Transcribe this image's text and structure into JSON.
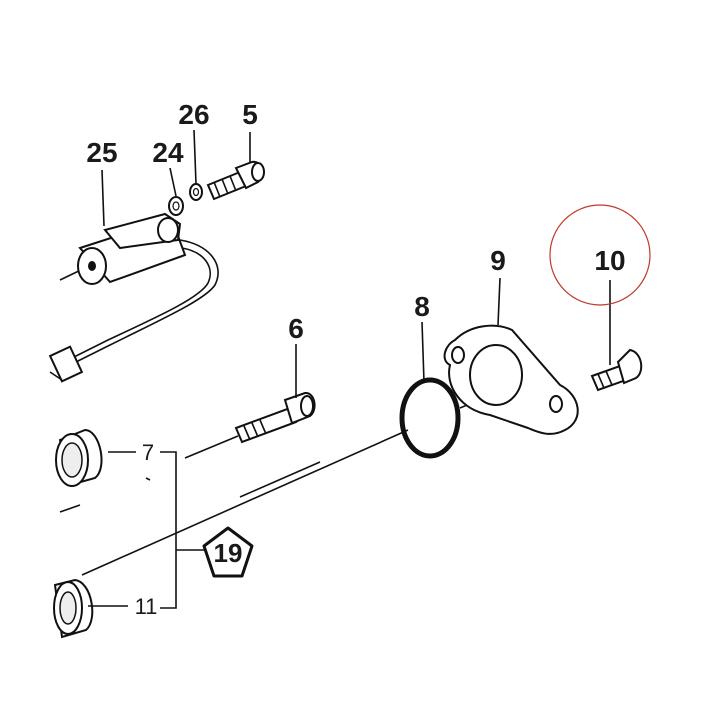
{
  "labels": {
    "p25": "25",
    "p24": "24",
    "p26": "26",
    "p5": "5",
    "p6": "6",
    "p8": "8",
    "p9": "9",
    "p10": "10",
    "p7": "7",
    "p11": "11",
    "badge": "19"
  },
  "colors": {
    "highlight_circle": "#c0392b",
    "ink": "#111111"
  }
}
